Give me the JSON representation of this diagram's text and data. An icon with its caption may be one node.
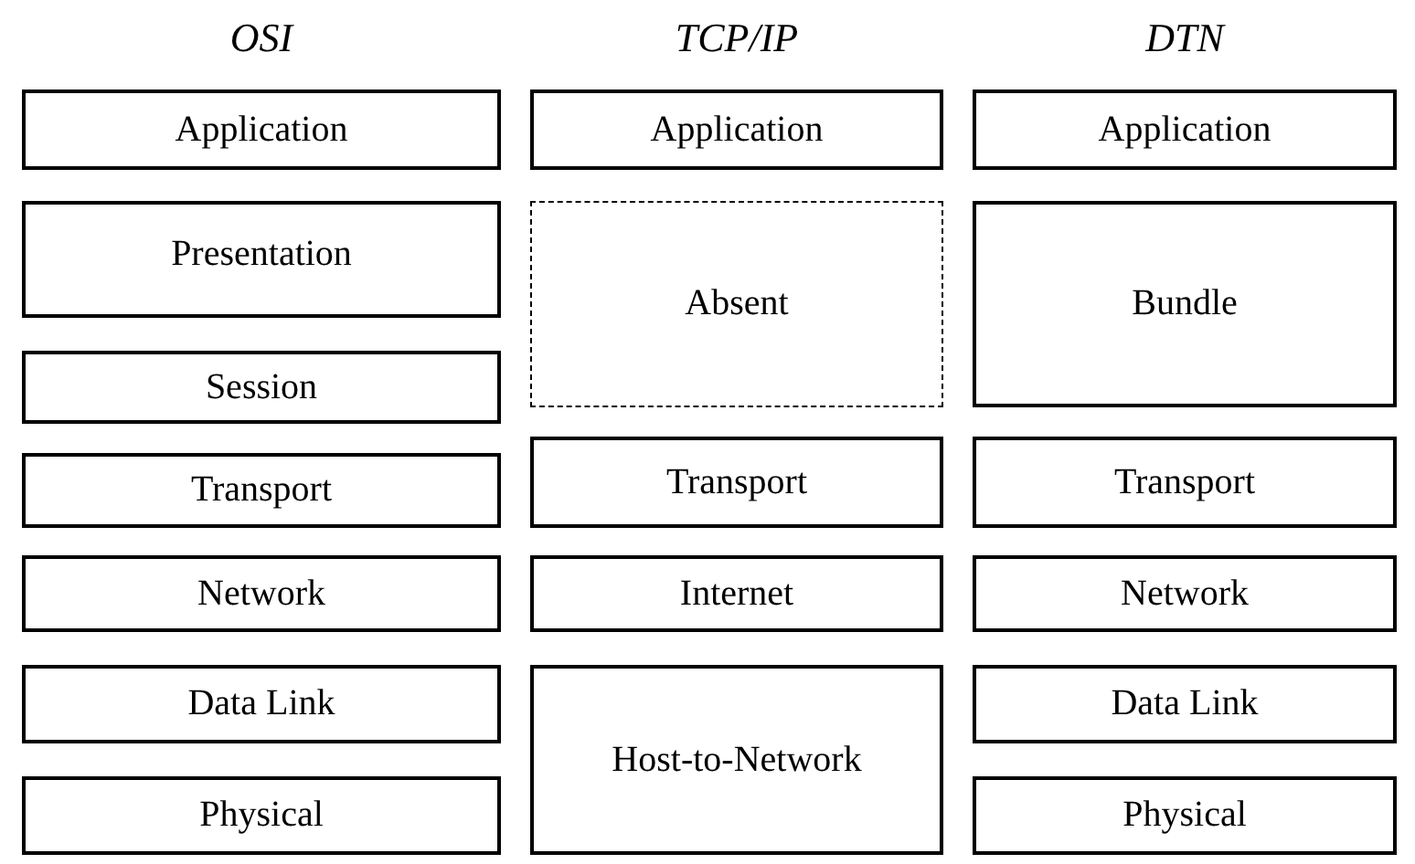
{
  "diagram": {
    "nodes": [
      {
        "text": [
          "Application"
        ]
      },
      {
        "text": [
          "Presentation"
        ]
      },
      {
        "text": [
          "Session"
        ]
      },
      {
        "text": [
          "Transport"
        ]
      },
      {
        "text": [
          "Network"
        ]
      },
      {
        "text": [
          "Data Link"
        ]
      },
      {
        "text": [
          "Physical"
        ]
      },
      {
        "text": [
          "Application"
        ]
      },
      {
        "text": [
          "Absent"
        ]
      },
      {
        "text": [
          "Transport"
        ]
      },
      {
        "text": [
          "Internet"
        ]
      },
      {
        "text": [
          "Host-to-Network"
        ]
      },
      {
        "text": [
          "Application"
        ]
      },
      {
        "text": [
          "Bundle"
        ]
      },
      {
        "text": [
          "Transport"
        ]
      },
      {
        "text": [
          "Network"
        ]
      },
      {
        "text": [
          "Data Link"
        ]
      },
      {
        "text": [
          "Physical"
        ]
      }
    ],
    "labels": [
      "OSI",
      "TCP/IP",
      "DTN"
    ]
  }
}
